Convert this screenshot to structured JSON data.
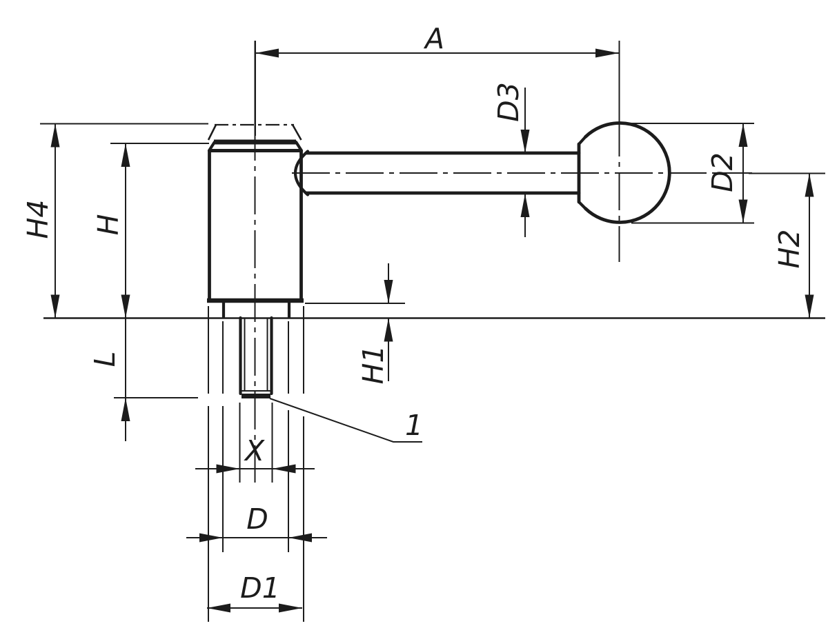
{
  "drawing": {
    "colors": {
      "ink": "#1c1c1c",
      "background": "#ffffff"
    },
    "dimension_labels": {
      "a": "A",
      "d3": "D3",
      "d2": "D2",
      "h2": "H2",
      "h4": "H4",
      "h": "H",
      "l": "L",
      "h1": "H1",
      "x": "X",
      "d": "D",
      "d1": "D1"
    },
    "callouts": {
      "item_1": "1"
    }
  }
}
